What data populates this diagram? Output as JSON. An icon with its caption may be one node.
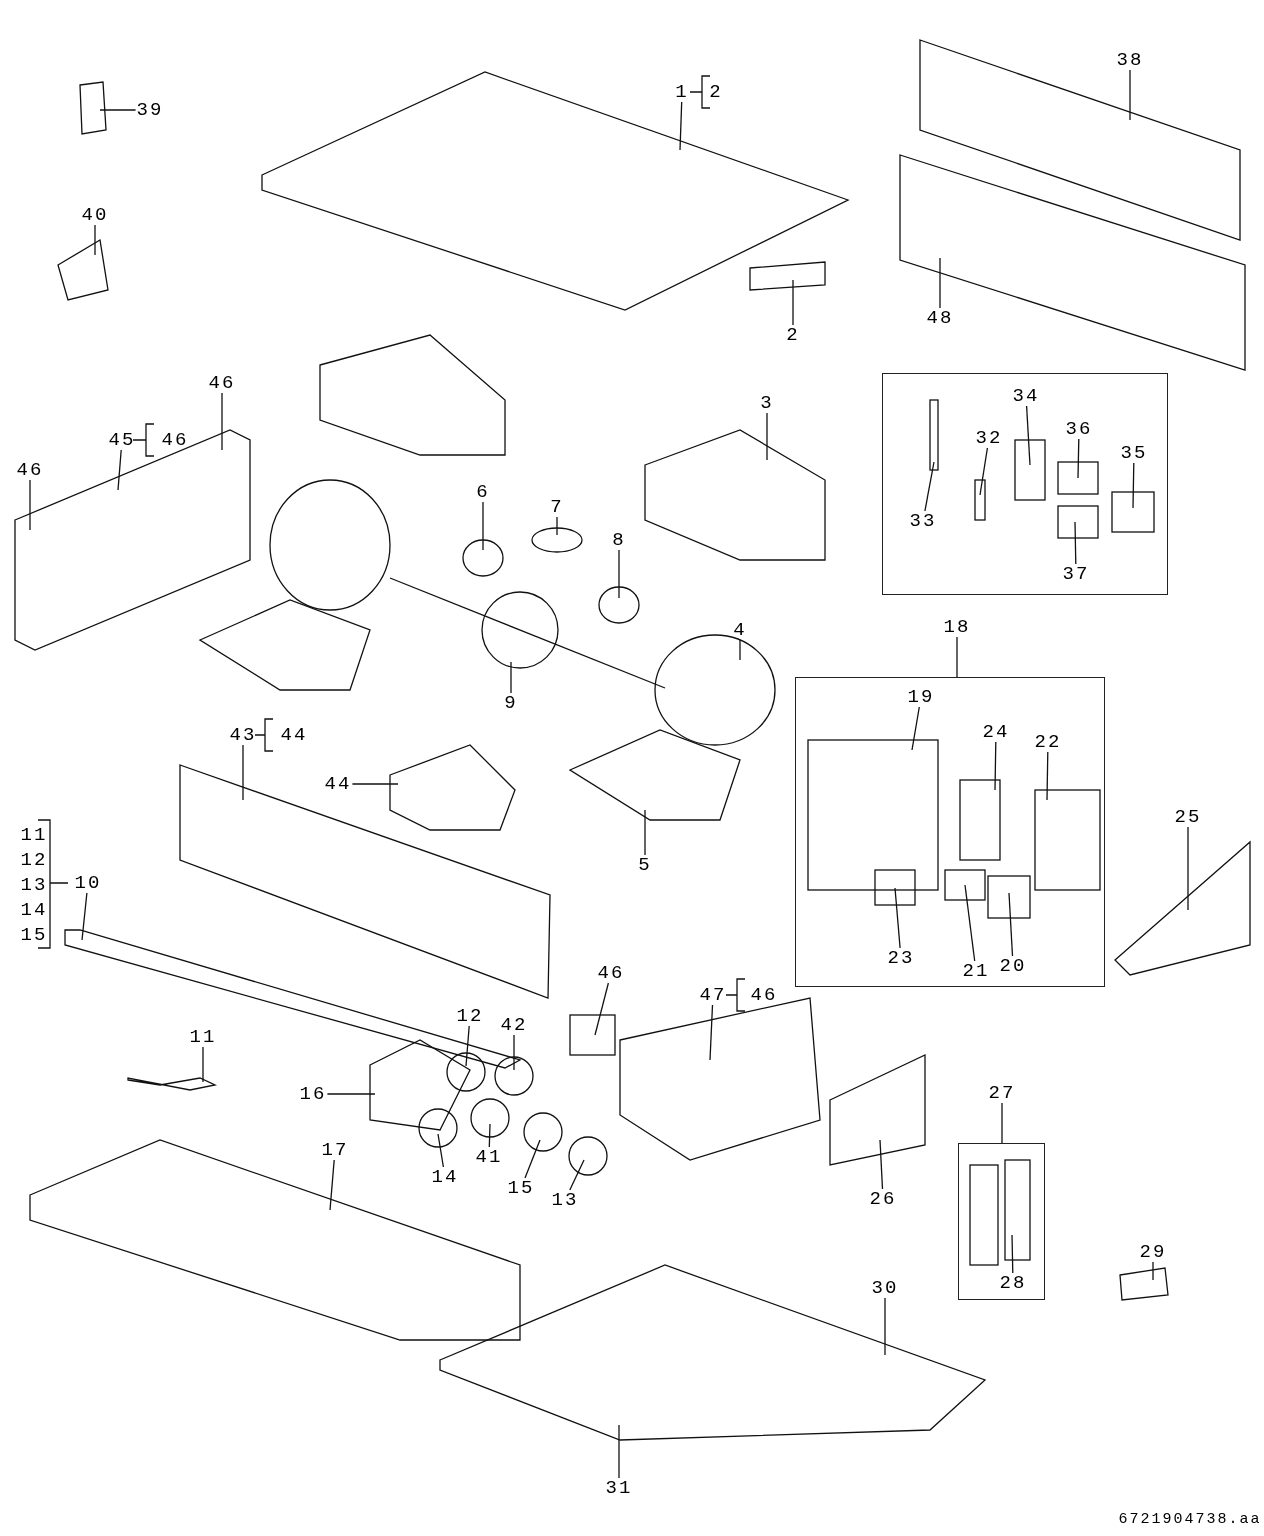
{
  "diagram": {
    "nodes": [
      {
        "text": [
          "39"
        ]
      },
      {
        "text": [
          "1"
        ]
      },
      {
        "text": [
          "38"
        ]
      },
      {
        "text": [
          "40"
        ]
      },
      {
        "text": [
          "2"
        ]
      },
      {
        "text": [
          "48"
        ]
      },
      {
        "text": [],
        "shape": "box"
      },
      {
        "text": [
          "46"
        ]
      },
      {
        "text": [
          "3"
        ]
      },
      {
        "text": [
          "34"
        ],
        "in": 6
      },
      {
        "text": [
          "32"
        ],
        "in": 6
      },
      {
        "text": [
          "36"
        ],
        "in": 6
      },
      {
        "text": [
          "45"
        ]
      },
      {
        "text": [
          "35"
        ],
        "in": 6
      },
      {
        "text": [
          "46"
        ]
      },
      {
        "text": [
          "6"
        ]
      },
      {
        "text": [
          "7"
        ]
      },
      {
        "text": [
          "33"
        ],
        "in": 6
      },
      {
        "text": [
          "8"
        ]
      },
      {
        "text": [
          "37"
        ],
        "in": 6
      },
      {
        "text": [
          "18"
        ]
      },
      {
        "text": [
          "4"
        ]
      },
      {
        "text": [],
        "shape": "box"
      },
      {
        "text": [
          "19"
        ],
        "in": 22
      },
      {
        "text": [
          "9"
        ]
      },
      {
        "text": [
          "24"
        ],
        "in": 22
      },
      {
        "text": [
          "43"
        ]
      },
      {
        "text": [
          "22"
        ],
        "in": 22
      },
      {
        "text": [
          "44"
        ]
      },
      {
        "text": [
          "25"
        ]
      },
      {
        "text": [
          "5"
        ]
      },
      {
        "text": [
          "10"
        ]
      },
      {
        "text": [
          "23"
        ],
        "in": 22
      },
      {
        "text": [
          "21"
        ],
        "in": 22
      },
      {
        "text": [
          "20"
        ],
        "in": 22
      },
      {
        "text": [
          "46"
        ]
      },
      {
        "text": [
          "47"
        ]
      },
      {
        "text": [
          "12"
        ]
      },
      {
        "text": [
          "42"
        ]
      },
      {
        "text": [
          "11"
        ]
      },
      {
        "text": [
          "16"
        ]
      },
      {
        "text": [
          "27"
        ]
      },
      {
        "text": [],
        "shape": "box"
      },
      {
        "text": [
          "17"
        ]
      },
      {
        "text": [
          "41"
        ]
      },
      {
        "text": [
          "14"
        ]
      },
      {
        "text": [
          "15"
        ]
      },
      {
        "text": [
          "26"
        ]
      },
      {
        "text": [
          "13"
        ]
      },
      {
        "text": [
          "29"
        ]
      },
      {
        "text": [
          "28"
        ],
        "in": 42
      },
      {
        "text": [
          "30"
        ]
      },
      {
        "text": [
          "31"
        ]
      }
    ],
    "edges": [
      {
        "from": 0,
        "to": null,
        "arrow": "none"
      },
      {
        "from": 1,
        "to": null,
        "arrow": "none"
      },
      {
        "from": 2,
        "to": null,
        "arrow": "none"
      },
      {
        "from": 3,
        "to": null,
        "arrow": "none"
      },
      {
        "from": 4,
        "to": null,
        "arrow": "none"
      },
      {
        "from": 5,
        "to": null,
        "arrow": "none"
      },
      {
        "from": 7,
        "to": null,
        "arrow": "none"
      },
      {
        "from": 8,
        "to": null,
        "arrow": "none"
      },
      {
        "from": 9,
        "to": null,
        "arrow": "none"
      },
      {
        "from": 10,
        "to": null,
        "arrow": "none"
      },
      {
        "from": 11,
        "to": null,
        "arrow": "none"
      },
      {
        "from": 12,
        "to": null,
        "arrow": "none"
      },
      {
        "from": 13,
        "to": null,
        "arrow": "none"
      },
      {
        "from": 14,
        "to": null,
        "arrow": "none"
      },
      {
        "from": 15,
        "to": null,
        "arrow": "none"
      },
      {
        "from": 16,
        "to": null,
        "arrow": "none"
      },
      {
        "from": 17,
        "to": null,
        "arrow": "none"
      },
      {
        "from": 18,
        "to": null,
        "arrow": "none"
      },
      {
        "from": 19,
        "to": null,
        "arrow": "none"
      },
      {
        "from": 20,
        "to": 22,
        "arrow": "none"
      },
      {
        "from": 21,
        "to": null,
        "arrow": "none"
      },
      {
        "from": 23,
        "to": null,
        "arrow": "none"
      },
      {
        "from": 24,
        "to": null,
        "arrow": "none"
      },
      {
        "from": 25,
        "to": null,
        "arrow": "none"
      },
      {
        "from": 26,
        "to": null,
        "arrow": "none"
      },
      {
        "from": 27,
        "to": null,
        "arrow": "none"
      },
      {
        "from": 28,
        "to": null,
        "arrow": "none"
      },
      {
        "from": 29,
        "to": null,
        "arrow": "none"
      },
      {
        "from": 30,
        "to": null,
        "arrow": "none"
      },
      {
        "from": 31,
        "to": null,
        "arrow": "none"
      },
      {
        "from": 32,
        "to": null,
        "arrow": "none"
      },
      {
        "from": 33,
        "to": null,
        "arrow": "none"
      },
      {
        "from": 34,
        "to": null,
        "arrow": "none"
      },
      {
        "from": 35,
        "to": null,
        "arrow": "none"
      },
      {
        "from": 36,
        "to": null,
        "arrow": "none"
      },
      {
        "from": 37,
        "to": null,
        "arrow": "none"
      },
      {
        "from": 38,
        "to": null,
        "arrow": "none"
      },
      {
        "from": 39,
        "to": null,
        "arrow": "none"
      },
      {
        "from": 40,
        "to": null,
        "arrow": "none"
      },
      {
        "from": 41,
        "to": 42,
        "arrow": "none"
      },
      {
        "from": 43,
        "to": null,
        "arrow": "none"
      },
      {
        "from": 44,
        "to": null,
        "arrow": "none"
      },
      {
        "from": 45,
        "to": null,
        "arrow": "none"
      },
      {
        "from": 46,
        "to": null,
        "arrow": "none"
      },
      {
        "from": 47,
        "to": null,
        "arrow": "none"
      },
      {
        "from": 48,
        "to": null,
        "arrow": "none"
      },
      {
        "from": 49,
        "to": null,
        "arrow": "none"
      },
      {
        "from": 50,
        "to": null,
        "arrow": "none"
      },
      {
        "from": 51,
        "to": null,
        "arrow": "none"
      },
      {
        "from": 52,
        "to": null,
        "arrow": "none"
      }
    ],
    "labels": [
      "2",
      "46",
      "44",
      "11",
      "12",
      "13",
      "14",
      "15",
      "46",
      "6721904738.aa"
    ]
  }
}
